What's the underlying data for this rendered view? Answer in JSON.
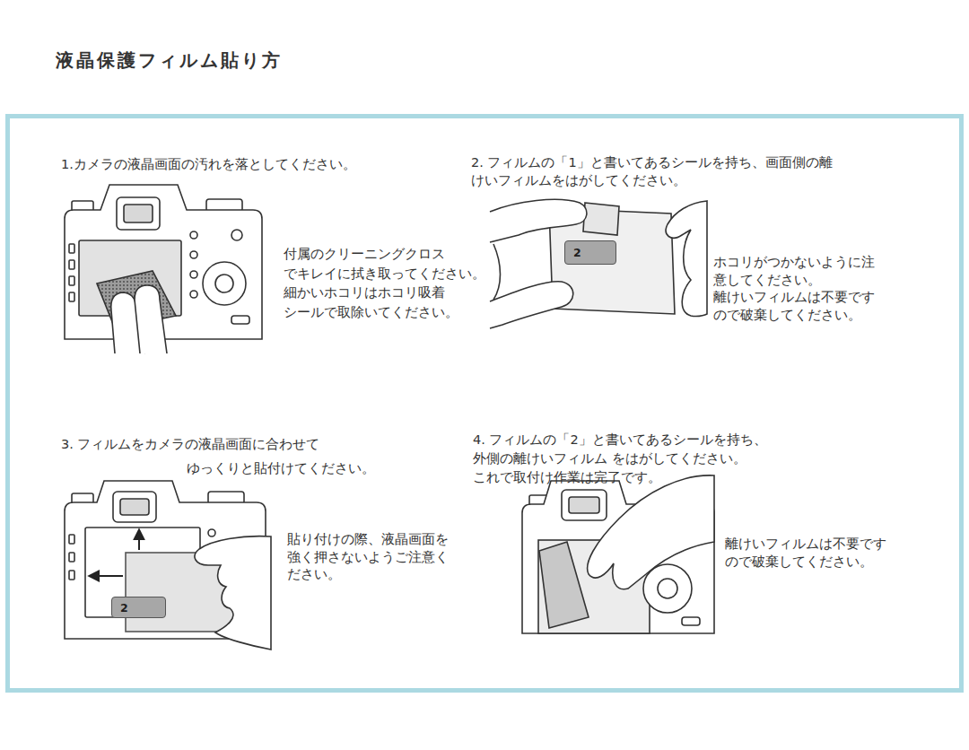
{
  "diagram": {
    "title": "液晶保護フィルム貼り方",
    "nodes": [
      {
        "text": [
          "2"
        ]
      },
      {
        "text": [
          "2"
        ]
      }
    ],
    "labels": [
      "1.カメラの液晶画面の汚れを落としてください。",
      "付属のクリーニングクロス でキレイに拭き取ってください。 細かいホコリはホコリ吸着 シールで取除いてください。",
      "2. フィルムの「1」と書いてあるシールを持ち、画面側の離 けいフィルムをはがしてください。",
      "ホコリがつかないように注 意してください。 離けいフィルムは不要です ので破棄してください。",
      "3. フィルムをカメラの液晶画面に合わせて ゆっくりと貼付けてください。",
      "貼り付けの際、液晶画面を 強く押さないようご注意く ださい。",
      "4. フィルムの「2」と書いてあるシールを持ち、外側の離けいフィルム をはがしてください。これで取付け作業は完了です。",
      "離けいフィルムは不要です ので破棄してください。"
    ]
  }
}
